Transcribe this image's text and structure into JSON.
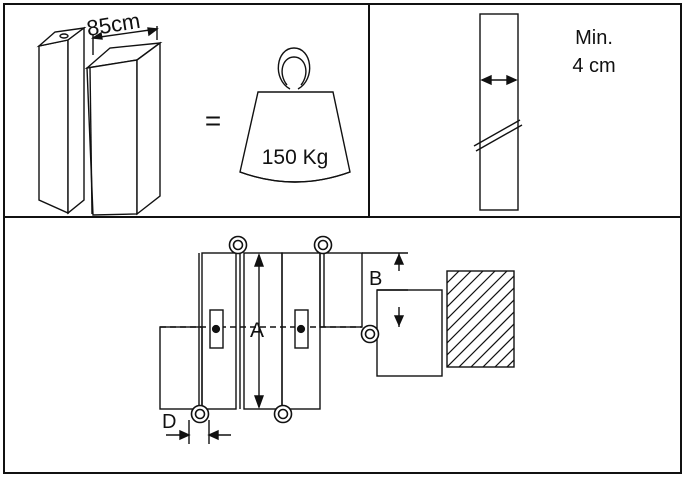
{
  "panel_door": {
    "width_label": "85cm",
    "equals_sign": "=",
    "weight_label": "150 Kg"
  },
  "panel_thickness": {
    "min_line1": "Min.",
    "min_line2": "4 cm"
  },
  "panel_hinges": {
    "label_a": "A",
    "label_b": "B",
    "label_d": "D"
  }
}
